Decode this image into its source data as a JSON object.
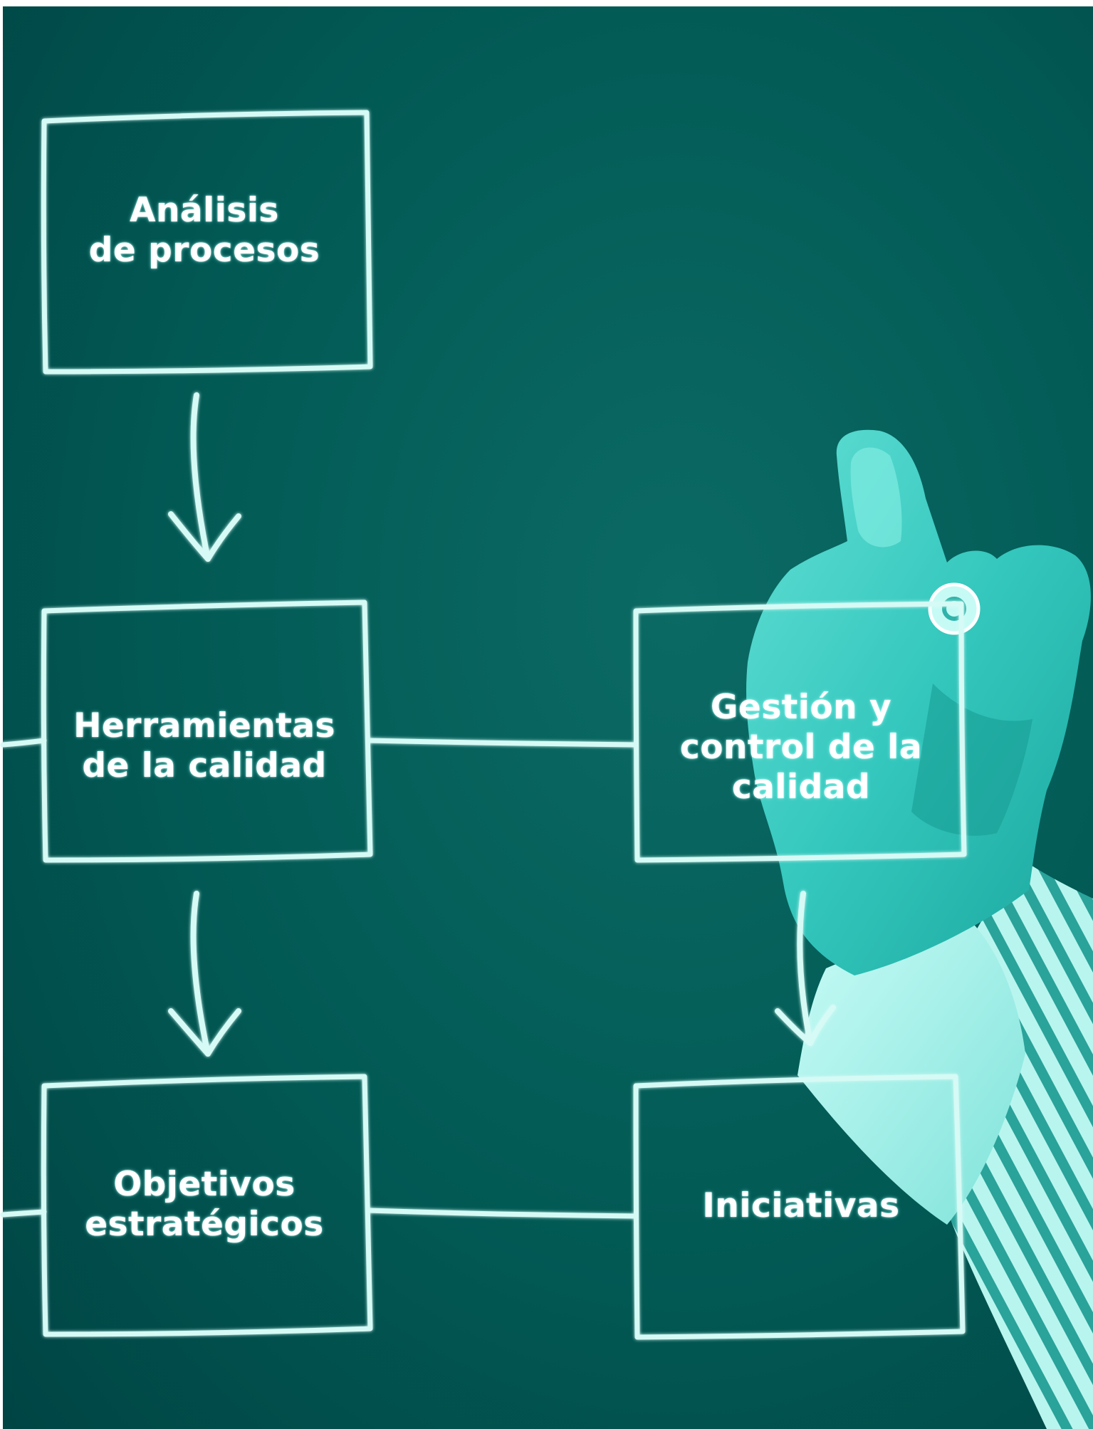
{
  "colors": {
    "background_dark": "#004848",
    "background_light": "#0a6660",
    "chalk": "#d8fbf6",
    "hand": "#35c9bf",
    "hand_highlight": "#8ef2e8",
    "sleeve": "#a9efe8",
    "stripe": "#2fa9a0"
  },
  "icons": {
    "hand": "hand-holding-marker-icon",
    "arrow": "hand-drawn-down-arrow-icon"
  },
  "boxes": {
    "analisis": "Análisis\nde procesos",
    "herramientas": "Herramientas\nde la calidad",
    "gestion": "Gestión y\ncontrol de la\ncalidad",
    "objetivos": "Objetivos\nestratégicos",
    "iniciativas": "Iniciativas"
  }
}
